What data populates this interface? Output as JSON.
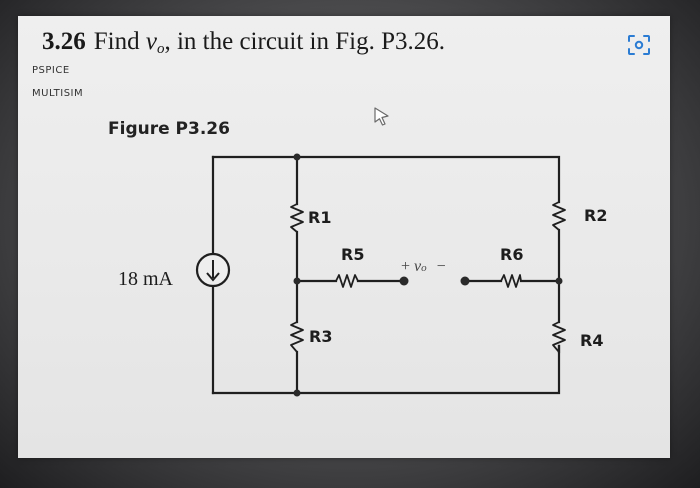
{
  "problem": {
    "number": "3.26",
    "text_before": "Find",
    "variable": "v",
    "subscript": "o",
    "text_after": ", in the circuit in Fig. P3.26."
  },
  "tags": {
    "pspice": "PSPICE",
    "multisim": "MULTISIM"
  },
  "figure_label": "Figure P3.26",
  "circuit": {
    "source_value": "18 mA",
    "resistors": {
      "r1": "R1",
      "r2": "R2",
      "r3": "R3",
      "r4": "R4",
      "r5": "R5",
      "r6": "R6"
    },
    "vo_plus": "+",
    "vo_var": "v",
    "vo_sub": "o",
    "vo_minus": "−"
  },
  "icons": {
    "scan": "scan-text-icon",
    "cursor": "mouse-cursor-icon"
  },
  "colors": {
    "page": "#ececec",
    "wire": "#1f1f1f",
    "scan_icon": "#2b7cd3"
  }
}
